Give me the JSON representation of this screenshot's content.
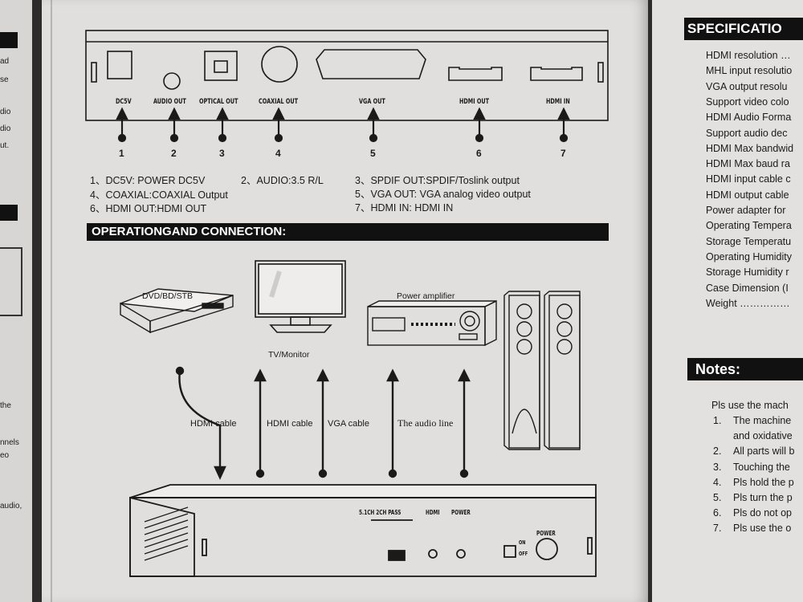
{
  "left_strip": {
    "fragments": [
      "ad",
      "se",
      "dio",
      "dio",
      "ut.",
      "the",
      "nnels",
      "eo",
      "audio,"
    ]
  },
  "panel": {
    "port_labels": [
      "DC5V",
      "AUDIO OUT",
      "OPTICAL OUT",
      "COAXIAL OUT",
      "VGA OUT",
      "HDMI OUT",
      "HDMI  IN"
    ],
    "numbers": [
      "1",
      "2",
      "3",
      "4",
      "5",
      "6",
      "7"
    ]
  },
  "legend": {
    "rows": [
      [
        "1、DC5V: POWER DC5V",
        "2、AUDIO:3.5 R/L",
        "3、SPDIF OUT:SPDIF/Toslink output"
      ],
      [
        "4、COAXIAL:COAXIAL Output",
        "",
        "5、VGA OUT: VGA analog video output"
      ],
      [
        "6、HDMI OUT:HDMI OUT",
        "",
        "7、HDMI IN: HDMI IN"
      ]
    ]
  },
  "section_title": "OPERATIONGAND CONNECTION:",
  "devices": {
    "dvd": "DVD/BD/STB",
    "tv": "TV/Monitor",
    "amp": "Power amplifier"
  },
  "cables": [
    "HDMI cable",
    "HDMI cable",
    "VGA cable",
    "The audio line"
  ],
  "front_panel": {
    "switch_label": "5.1CH 2CH PASS",
    "hdmi": "HDMI",
    "power_led": "POWER",
    "on": "ON",
    "off": "OFF",
    "power_btn": "POWER"
  },
  "specs": {
    "title": "SPECIFICATIO",
    "lines": [
      "HDMI resolution …",
      "MHL input resolutio",
      "VGA output resolu",
      "Support video colo",
      "HDMI Audio Forma",
      "Support audio dec",
      "HDMI Max bandwid",
      "HDMI Max baud ra",
      "HDMI input cable c",
      "HDMI output cable",
      "Power adapter for",
      "Operating Tempera",
      "Storage Temperatu",
      "Operating Humidity",
      "Storage Humidity r",
      "Case Dimension (I",
      "Weight ……………"
    ]
  },
  "notes": {
    "title": "Notes:",
    "intro": "Pls use the mach",
    "items": [
      {
        "num": "1.",
        "text": "The machine"
      },
      {
        "num": "",
        "text": "and oxidative"
      },
      {
        "num": "2.",
        "text": "All parts will b"
      },
      {
        "num": "3.",
        "text": "Touching the"
      },
      {
        "num": "4.",
        "text": "Pls hold the p"
      },
      {
        "num": "5.",
        "text": "Pls turn the p"
      },
      {
        "num": "6.",
        "text": "Pls do not op"
      },
      {
        "num": "7.",
        "text": "Pls use the o"
      }
    ]
  }
}
